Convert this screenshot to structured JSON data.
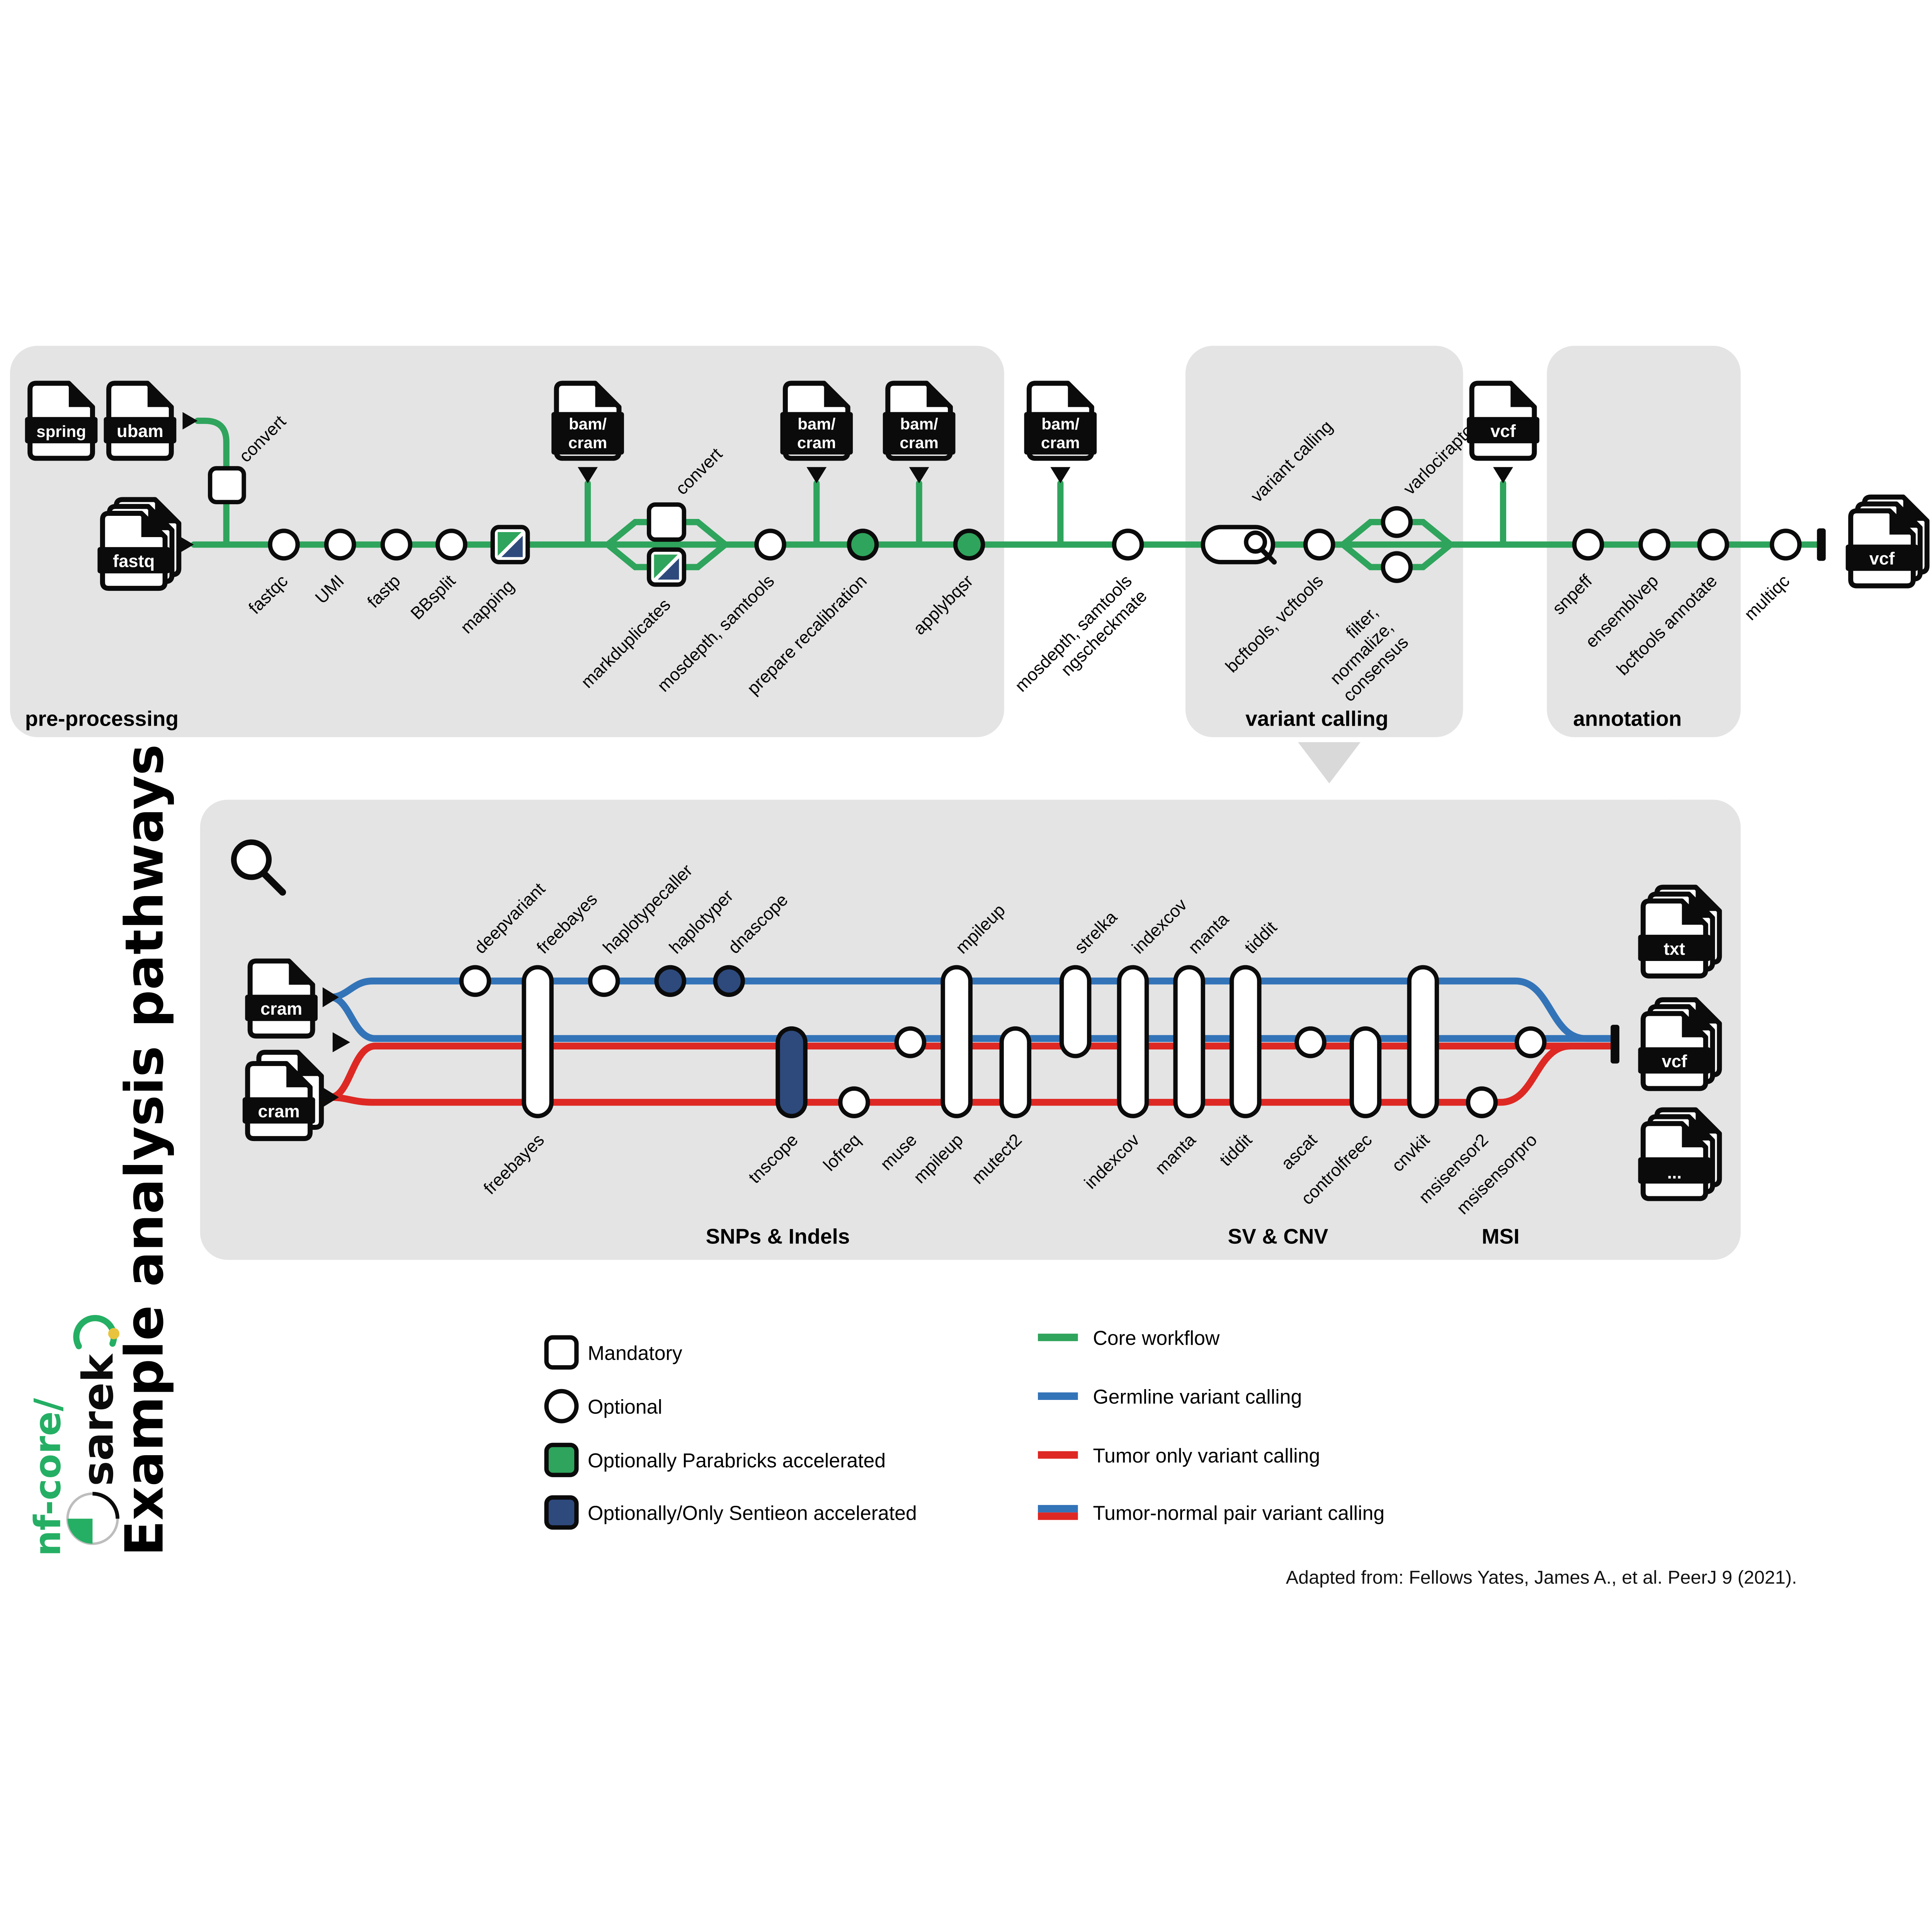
{
  "meta": {
    "side_title": "Example analysis pathways",
    "logo": {
      "brand": "nf-core/",
      "pipeline": "sarek"
    },
    "attribution": "Adapted from: Fellows Yates, James A., et al. PeerJ 9 (2021)."
  },
  "colors": {
    "core_workflow": "#2fa45c",
    "germline": "#3374b8",
    "tumor_only": "#de2823",
    "sentieon": "#2e4a7d",
    "parabricks": "#2fa45c",
    "panel_bg": "#e4e4e4",
    "ink": "#0b0b0b"
  },
  "icons": {
    "variant_calling_node": "magnifier-icon",
    "pathways_panel": "magnifier-icon",
    "panel_connector": "down-arrow",
    "file_input_marker": "right-triangle",
    "file_output_marker": "down-triangle"
  },
  "panels": {
    "preprocessing": "pre-processing",
    "variant_calling": "variant calling",
    "annotation": "annotation"
  },
  "files": {
    "spring": "spring",
    "ubam": "ubam",
    "fastq": "fastq",
    "bam_cram_line1": "bam/",
    "bam_cram_line2": "cram",
    "vcf": "vcf",
    "cram": "cram",
    "txt": "txt",
    "more": "..."
  },
  "preprocessing": {
    "convert_input": "convert",
    "fastqc": "fastqc",
    "umi": "UMI",
    "fastp": "fastp",
    "bbsplit": "BBsplit",
    "mapping": "mapping",
    "convert_branch": "convert",
    "markduplicates": "markduplicates",
    "mosdepth_samtools": "mosdepth, samtools",
    "prepare_recalibration": "prepare recalibration",
    "applybqsr": "applybqsr",
    "qc_line1": "mosdepth, samtools",
    "qc_line2": "ngscheckmate"
  },
  "variant_calling": {
    "entry": "variant calling",
    "bcftools_vcftools": "bcftools, vcftools",
    "varlociraptor": "varlociraptor",
    "filter_line1": "filter,",
    "filter_line2": "normalize,",
    "filter_line3": "consensus"
  },
  "annotation": {
    "snpeff": "snpeff",
    "ensemblvep": "ensemblvep",
    "bcftools_annotate": "bcftools annotate",
    "multiqc": "multiqc"
  },
  "pathways": {
    "germline_tools": [
      "deepvariant",
      "freebayes",
      "haplotypecaller",
      "haplotyper",
      "dnascope",
      "mpileup",
      "strelka",
      "indexcov",
      "manta",
      "tiddit"
    ],
    "somatic_tools": [
      "freebayes",
      "tnscope",
      "lofreq",
      "muse",
      "mpileup",
      "mutect2",
      "indexcov",
      "manta",
      "tiddit",
      "ascat",
      "controlfreec",
      "cnvkit",
      "msisensor2",
      "msisensorpro"
    ],
    "groups": [
      "SNPs & Indels",
      "SV & CNV",
      "MSI"
    ]
  },
  "legend": {
    "shapes": [
      {
        "label": "Mandatory",
        "style": "square-white"
      },
      {
        "label": "Optional",
        "style": "circle-white"
      },
      {
        "label": "Optionally Parabricks accelerated",
        "style": "square-green"
      },
      {
        "label": "Optionally/Only Sentieon accelerated",
        "style": "square-navy"
      }
    ],
    "lines": [
      {
        "label": "Core workflow",
        "color": "#2fa45c"
      },
      {
        "label": "Germline variant calling",
        "color": "#3374b8"
      },
      {
        "label": "Tumor only variant calling",
        "color": "#de2823"
      },
      {
        "label": "Tumor-normal pair variant calling",
        "color": "#3374b8 + #de2823"
      }
    ]
  }
}
